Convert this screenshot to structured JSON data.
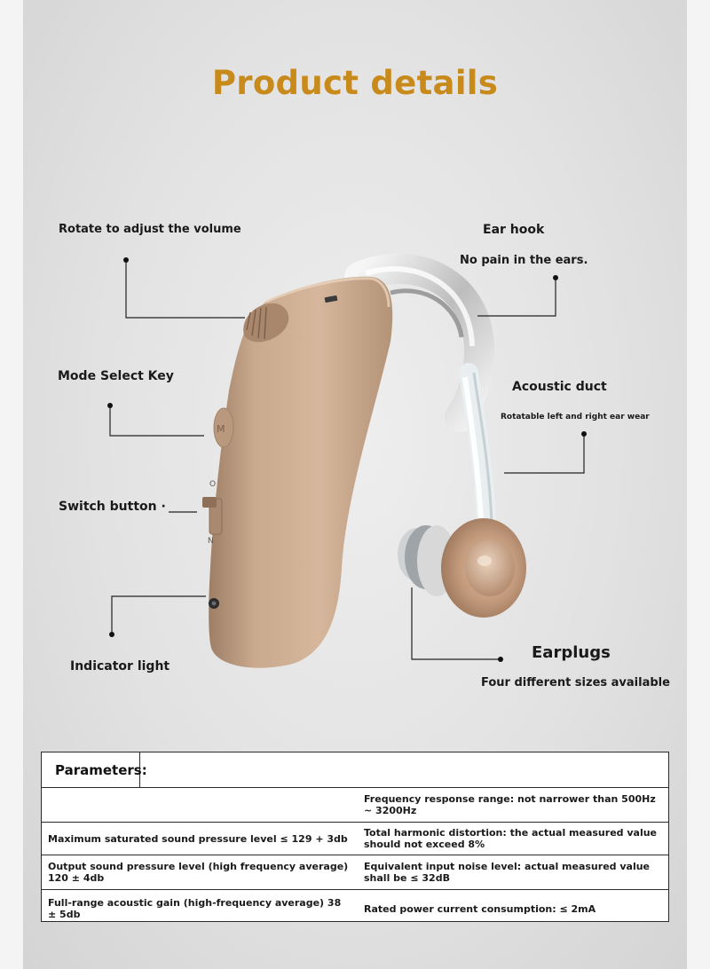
{
  "title": "Product details",
  "callouts": {
    "volume": "Rotate to adjust the volume",
    "ear_hook": "Ear hook",
    "ear_hook_note": "No pain in the ears.",
    "mode_key": "Mode Select Key",
    "acoustic_duct": "Acoustic duct",
    "acoustic_duct_note": "Rotatable left and right ear wear",
    "switch_button": "Switch button ·",
    "indicator_light": "Indicator light",
    "earplugs": "Earplugs",
    "earplugs_note": "Four different sizes available"
  },
  "device": {
    "mode_key_letter": "M",
    "switch_on": "O",
    "switch_off": "N"
  },
  "parameters": {
    "heading": "Parameters:",
    "rows": [
      {
        "left": "",
        "right": "Frequency response range: not narrower than 500Hz ~ 3200Hz"
      },
      {
        "left": "Maximum saturated sound pressure level ≤ 129 + 3db",
        "right": "Total harmonic distortion: the actual measured value should not exceed 8%"
      },
      {
        "left": "Output sound pressure level (high frequency average) 120 ± 4db",
        "right": "Equivalent input noise level: actual measured value shall be ≤ 32dB"
      },
      {
        "left": "Full-range acoustic gain (high-frequency average) 38 ± 5db",
        "right": "Rated power current consumption: ≤ 2mA"
      }
    ]
  },
  "colors": {
    "title": "#c98a1c",
    "device_body": "#c9a98c",
    "earplug": "#c8a185"
  }
}
